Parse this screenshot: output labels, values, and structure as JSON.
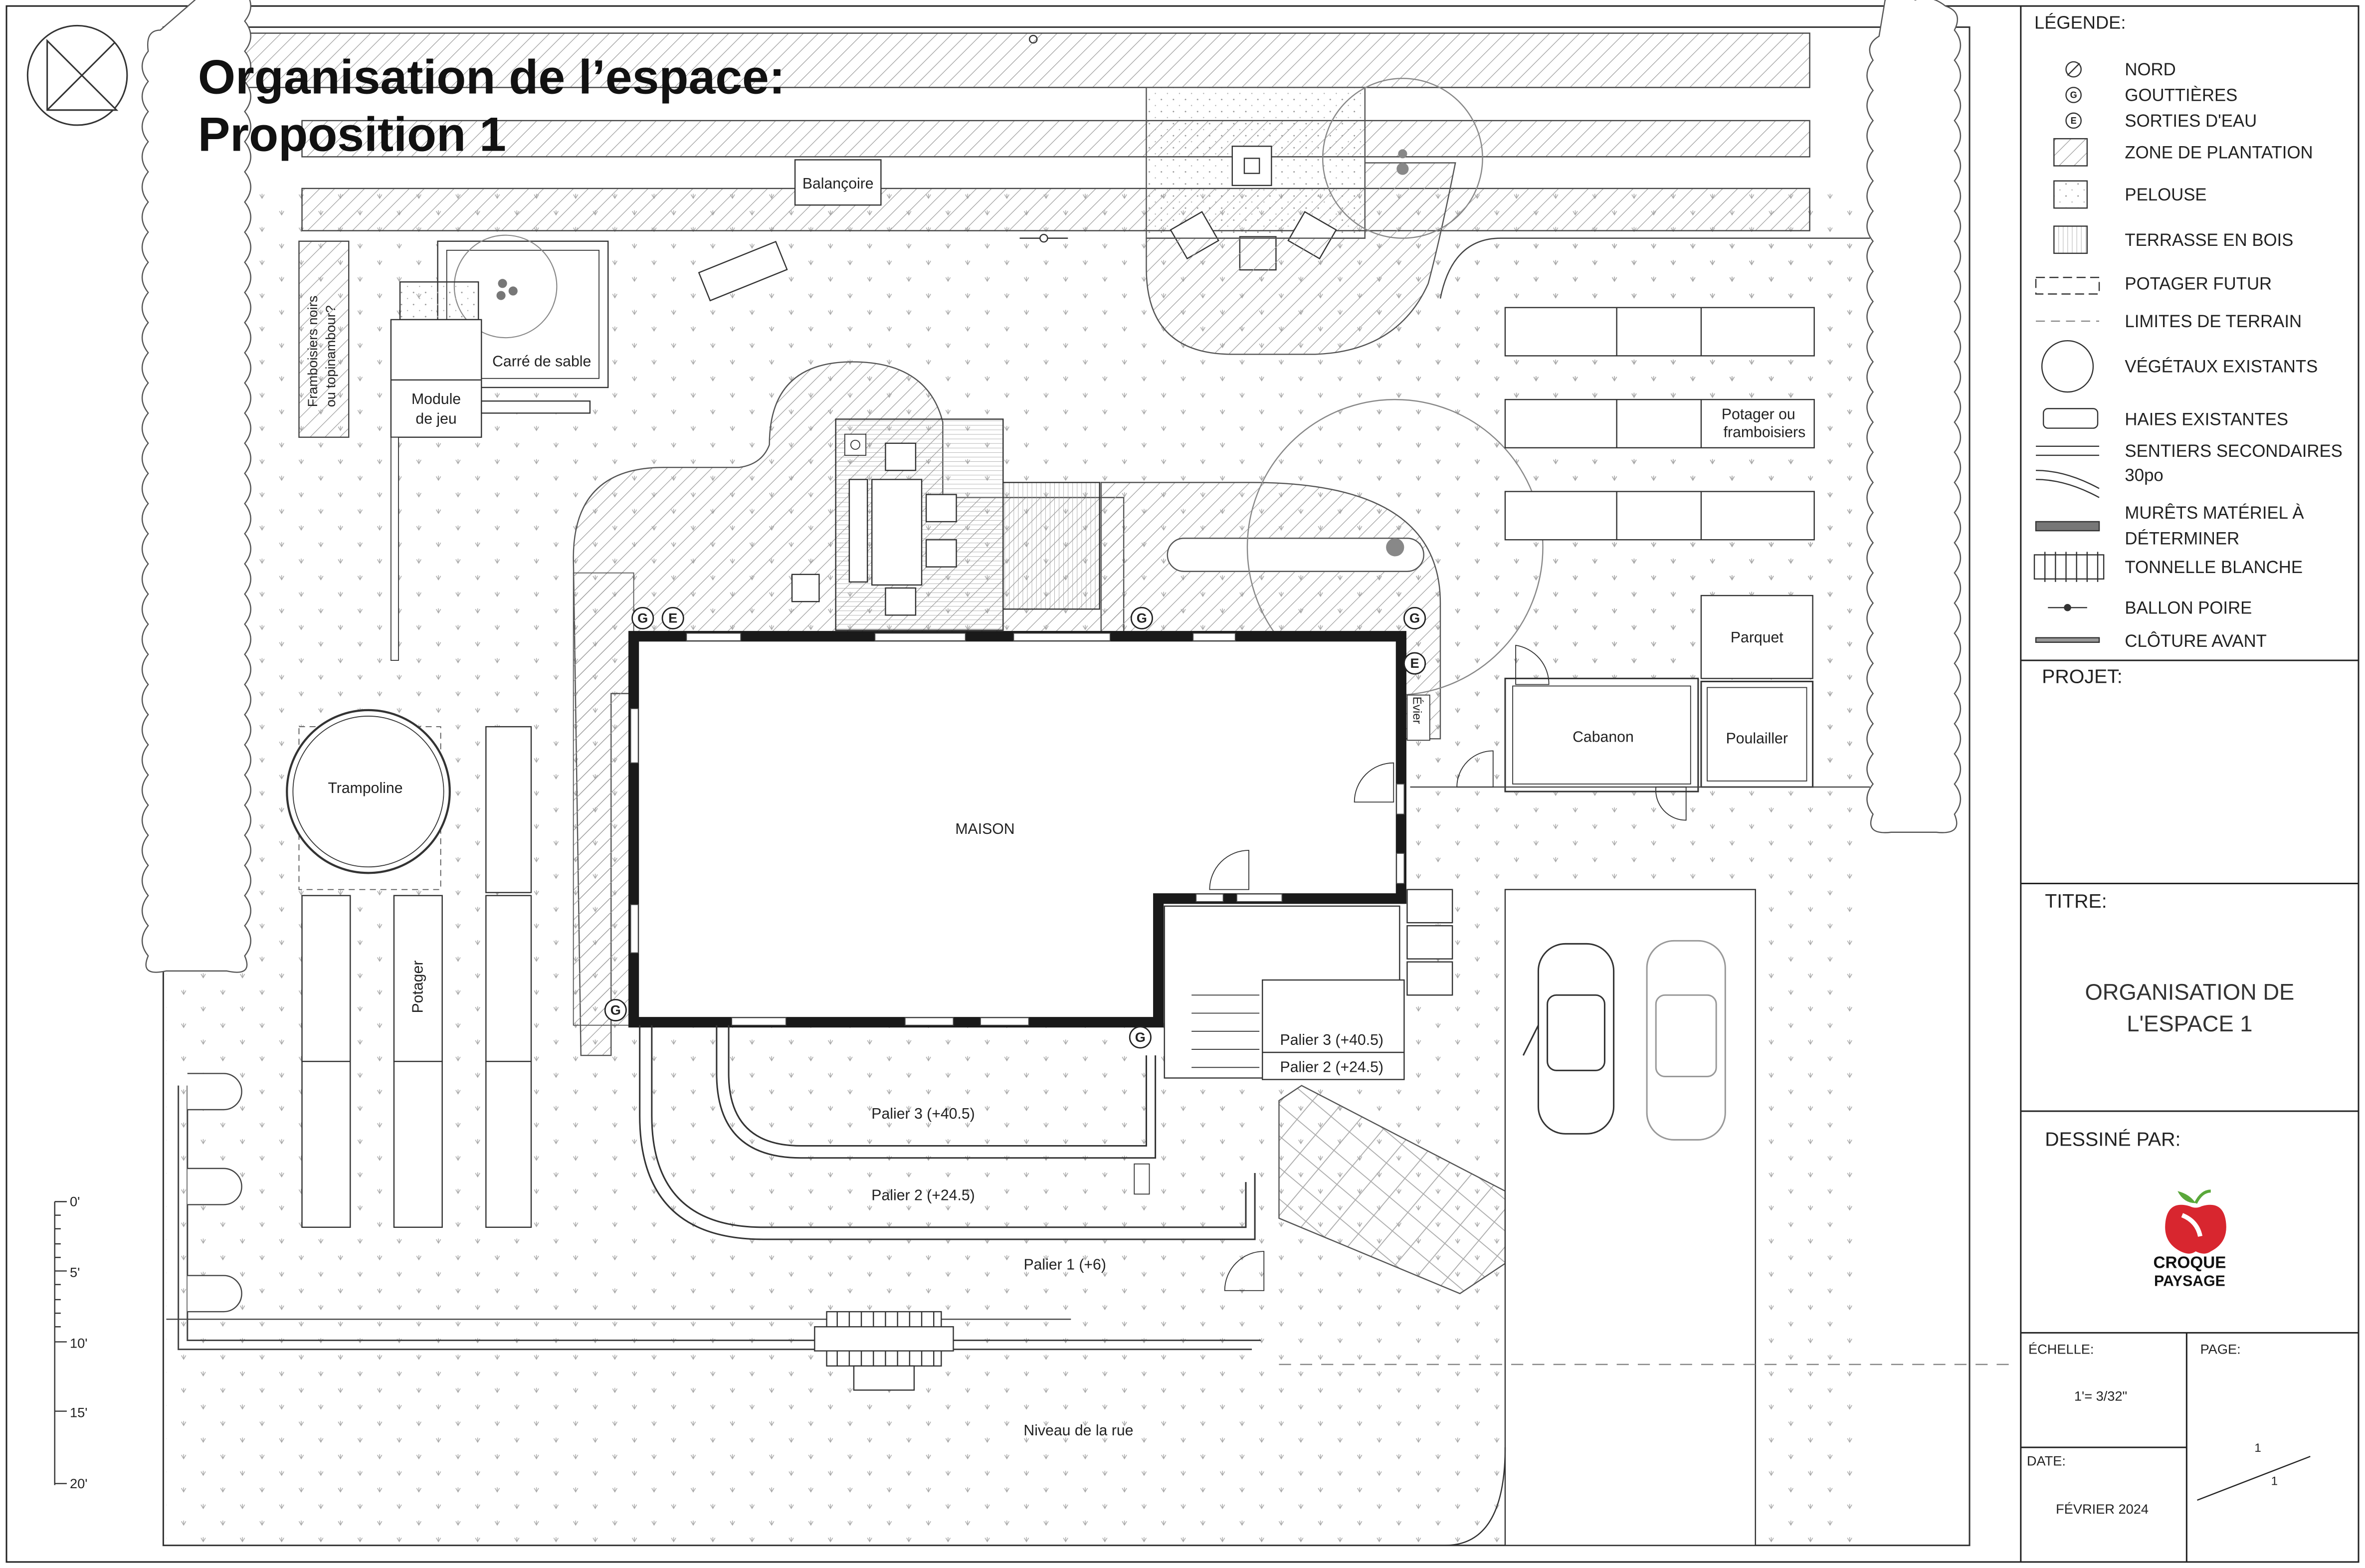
{
  "plan": {
    "title_line1": "Organisation de l’espace:",
    "title_line2": "Proposition 1",
    "labels": {
      "balancoire": "Balançoire",
      "framboisiers_1": "Framboisiers noirs",
      "framboisiers_2": "ou topinambour?",
      "carre_sable": "Carré de sable",
      "module_1": "Module",
      "module_2": "de jeu",
      "trampoline": "Trampoline",
      "potager": "Potager",
      "maison": "MAISON",
      "potager_ou_1": "Potager ou",
      "potager_ou_2": "framboisiers",
      "parquet": "Parquet",
      "cabanon": "Cabanon",
      "poulailler": "Poulailler",
      "evier": "Évier",
      "palier3_left": "Palier 3 (+40.5)",
      "palier2_left": "Palier 2 (+24.5)",
      "palier1": "Palier 1 (+6)",
      "palier3_right": "Palier 3 (+40.5)",
      "palier2_right": "Palier 2 (+24.5)",
      "niveau_rue": "Niveau de la rue",
      "g": "G",
      "e": "E"
    },
    "scale": [
      "0'",
      "5'",
      "10'",
      "15'",
      "20'"
    ]
  },
  "legend": {
    "heading": "LÉGENDE:",
    "items": [
      "NORD",
      "GOUTTIÈRES",
      "SORTIES D'EAU",
      "ZONE DE PLANTATION",
      "PELOUSE",
      "TERRASSE EN BOIS",
      "POTAGER FUTUR",
      "LIMITES DE TERRAIN",
      "VÉGÉTAUX EXISTANTS",
      "HAIES EXISTANTES",
      "SENTIERS SECONDAIRES",
      "30po",
      "MURÊTS MATÉRIEL À",
      "DÉTERMINER",
      "TONNELLE BLANCHE",
      "BALLON POIRE",
      "CLÔTURE AVANT"
    ]
  },
  "titleblock": {
    "projet_label": "PROJET:",
    "titre_label": "TITRE:",
    "titre_line1": "ORGANISATION DE",
    "titre_line2": "L'ESPACE 1",
    "dessine_label": "DESSINÉ PAR:",
    "logo_line1": "CROQUE",
    "logo_line2": "PAYSAGE",
    "echelle_label": "ÉCHELLE:",
    "echelle_value": "1'= 3/32\"",
    "page_label": "PAGE:",
    "page_num": "1",
    "page_total": "1",
    "date_label": "DATE:",
    "date_value": "FÉVRIER 2024"
  },
  "colors": {
    "line": "#222222",
    "hatch": "#8a8a8a",
    "wall": "#1a1a1a",
    "logo_red": "#d8262f",
    "logo_green": "#5aa83a"
  }
}
